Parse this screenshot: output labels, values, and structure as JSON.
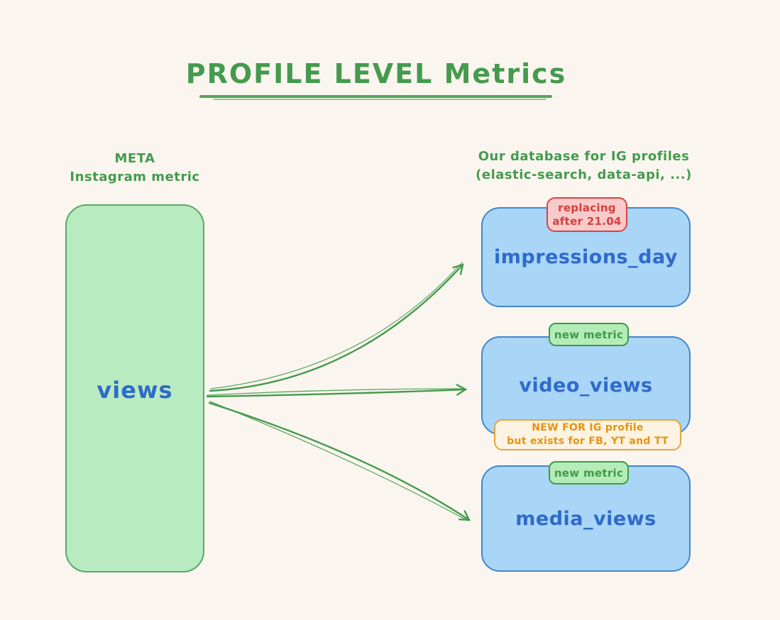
{
  "title": "PROFILE LEVEL Metrics",
  "left_column": {
    "header": [
      "META",
      "Instagram metric"
    ],
    "node": {
      "label": "views"
    }
  },
  "right_column": {
    "header": [
      "Our database for IG profiles",
      "(elastic-search, data-api, ...)"
    ],
    "nodes": [
      {
        "label": "impressions_day",
        "badge": {
          "type": "warning-red",
          "lines": [
            "replacing",
            "after 21.04"
          ]
        }
      },
      {
        "label": "video_views",
        "badge": {
          "type": "new-green",
          "lines": [
            "new metric"
          ]
        },
        "note": {
          "type": "info-orange",
          "lines": [
            "NEW FOR IG profile",
            "but exists for FB, YT and TT"
          ]
        }
      },
      {
        "label": "media_views",
        "badge": {
          "type": "new-green",
          "lines": [
            "new metric"
          ]
        }
      }
    ]
  },
  "colors": {
    "background": "#faf6ef",
    "green_stroke": "#459a4e",
    "green_fill": "#b9ebc1",
    "green_border": "#5ba765",
    "blue_fill": "#a9d5f6",
    "blue_border": "#4187d0",
    "blue_text": "#2e6bc9",
    "red_fill": "#f8caca",
    "red_border": "#d64444",
    "red_text": "#d43f3f",
    "badge_green_fill": "#b4ecb8",
    "badge_green_border": "#3f9b48",
    "badge_green_text": "#3f9b48",
    "orange_fill": "#fcf3e2",
    "orange_border": "#e9a33c",
    "orange_text": "#e8930f"
  }
}
